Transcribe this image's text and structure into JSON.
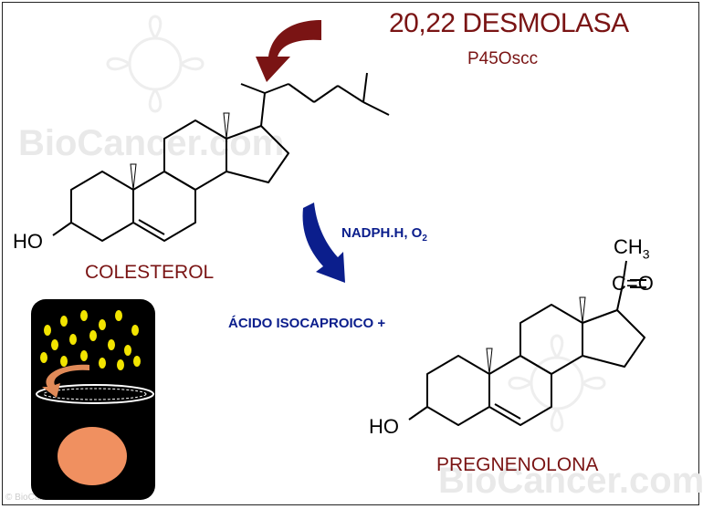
{
  "title": "20,22 DESMOLASA",
  "subtitle": "P45Oscc",
  "substrate": {
    "name": "COLESTEROL",
    "hydroxyl": "HO"
  },
  "product": {
    "name": "PREGNENOLONA",
    "hydroxyl": "HO",
    "methyl": "CH",
    "methyl_subscript": "3",
    "carbonyl": "C=O"
  },
  "cofactor": {
    "text": "NADPH.H, O",
    "subscript": "2"
  },
  "byproduct": "ÁCIDO ISOCAPROICO +",
  "watermark": "BioCancer.com",
  "copyright": "© BioCancer.com",
  "colors": {
    "title": "#7a1414",
    "enzyme_arrow": "#7a1414",
    "reaction_arrow": "#0b1e8c",
    "cell_background": "#000000",
    "droplets": "#f2e400",
    "nucleus": "#f09060",
    "rotation_arrow": "#e08a58"
  }
}
